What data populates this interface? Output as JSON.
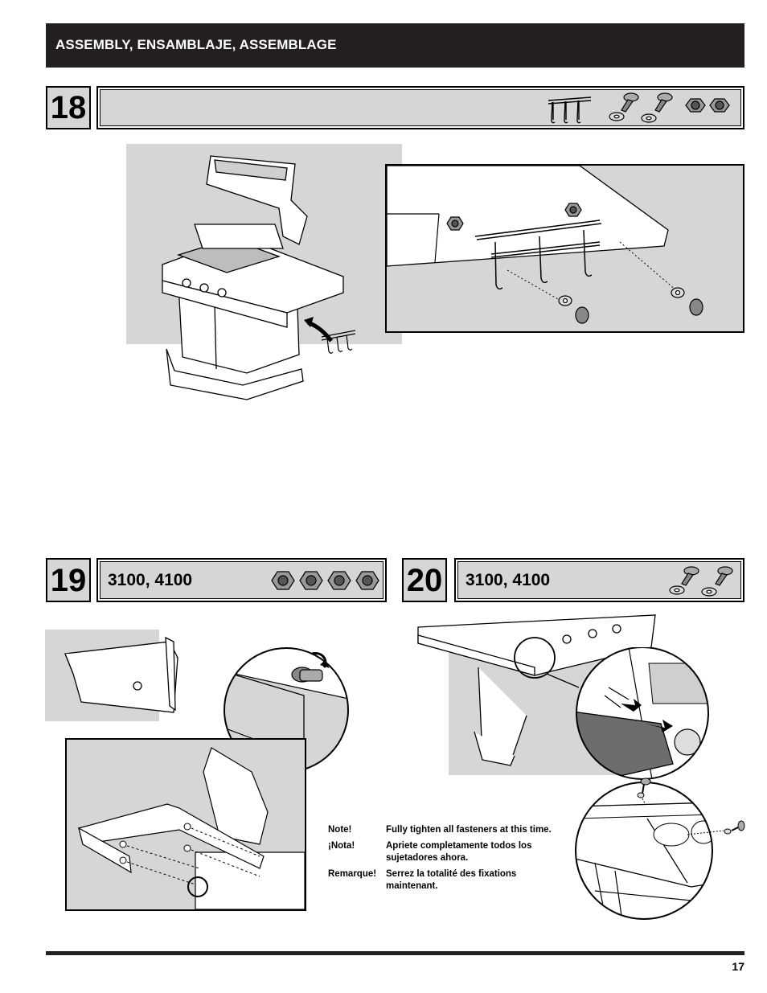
{
  "header": {
    "title": "ASSEMBLY, ENSAMBLAJE, ASSEMBLAGE"
  },
  "steps": [
    {
      "number": "18",
      "label": ""
    },
    {
      "number": "19",
      "label": "3100, 4100"
    },
    {
      "number": "20",
      "label": "3100, 4100"
    }
  ],
  "notes": [
    {
      "label": "Note!",
      "text": "Fully tighten all fasteners at this time."
    },
    {
      "label": "¡Nota!",
      "text": "Apriete completamente todos los sujetadores ahora."
    },
    {
      "label": "Remarque!",
      "text": "Serrez la totalité des fixations maintenant."
    }
  ],
  "footer": {
    "page_number": "17"
  },
  "colors": {
    "bar": "#231f20",
    "panel": "#d6d6d6",
    "dark_part": "#6d6d6d"
  }
}
